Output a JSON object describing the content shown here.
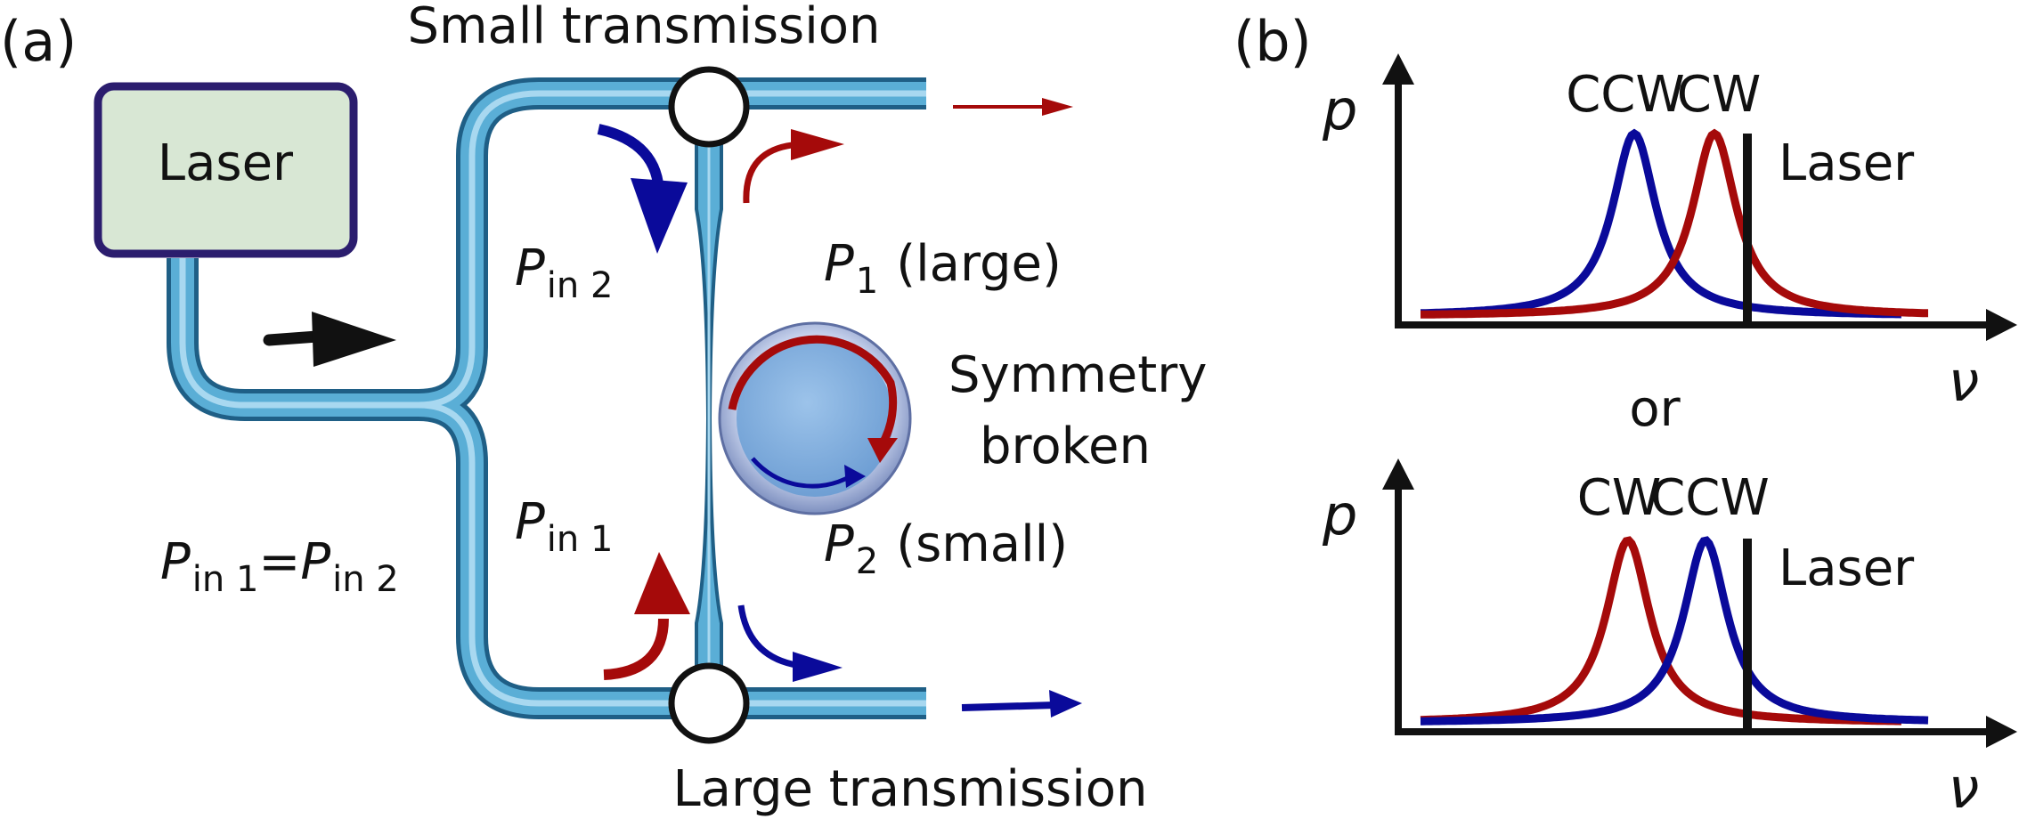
{
  "panel_a": {
    "label": "(a)",
    "laser_label": "Laser",
    "top_port_label": "Small transmission",
    "bottom_port_label": "Large transmission",
    "pin2": {
      "symbol": "P",
      "sub": "in 2"
    },
    "pin1": {
      "symbol": "P",
      "sub": "in 1"
    },
    "equality": {
      "lhs_symbol": "P",
      "lhs_sub": "in 1",
      "eq": "=",
      "rhs_symbol": "P",
      "rhs_sub": "in 2"
    },
    "p1": {
      "symbol": "P",
      "sub": "1",
      "note": "(large)"
    },
    "p2": {
      "symbol": "P",
      "sub": "2",
      "note": "(small)"
    },
    "symmetry_line1": "Symmetry",
    "symmetry_line2": "broken"
  },
  "panel_b": {
    "label": "(b)",
    "separator": "or",
    "plots": [
      {
        "ylabel": "p",
        "xlabel": "ν",
        "peak_left": "CCW",
        "peak_right": "CW",
        "laser_label": "Laser"
      },
      {
        "ylabel": "p",
        "xlabel": "ν",
        "peak_left": "CW",
        "peak_right": "CCW",
        "laser_label": "Laser"
      }
    ]
  },
  "colors": {
    "red": "#a50a0a",
    "blue": "#0a0a9a",
    "waveguide": "#5aaed6",
    "waveguide_edge": "#1f5f86",
    "laser_fill": "#d8e7d4",
    "laser_border": "#2b1d6e"
  }
}
